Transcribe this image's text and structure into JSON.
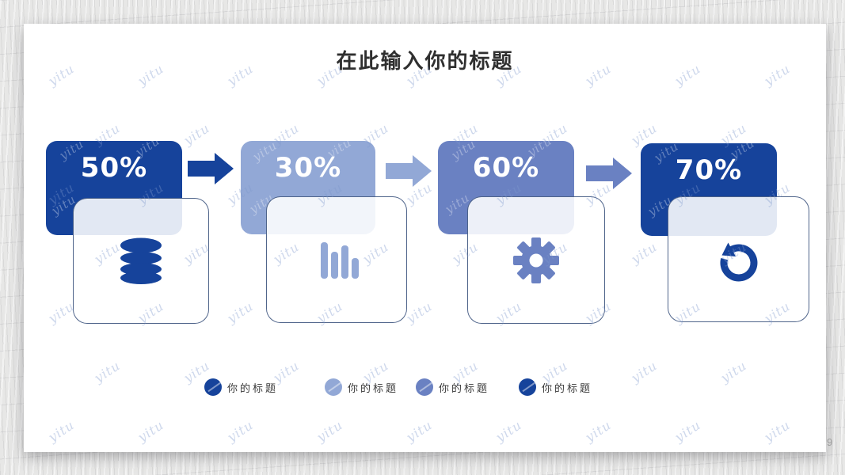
{
  "page": {
    "number": "9"
  },
  "slide": {
    "title": "在此输入你的标题"
  },
  "watermark": {
    "text": "yitu"
  },
  "colors": {
    "dark_blue": "#16439b",
    "light_blue": "#92a8d6",
    "medium_blue": "#6a81c2",
    "card_border": "#243e6e",
    "title_text": "#2f2f2f",
    "percent_text": "#ffffff",
    "legend_text": "#3a3a3a",
    "page_number": "#9b9b9b"
  },
  "steps": [
    {
      "percent": "50%",
      "icon": "database-icon",
      "variant": "dark"
    },
    {
      "percent": "30%",
      "icon": "bar-chart-icon",
      "variant": "light"
    },
    {
      "percent": "60%",
      "icon": "gear-icon",
      "variant": "medium"
    },
    {
      "percent": "70%",
      "icon": "rotate-icon",
      "variant": "dark"
    }
  ],
  "legend": [
    {
      "label": "你的标题",
      "variant": "dark"
    },
    {
      "label": "你的标题",
      "variant": "light"
    },
    {
      "label": "你的标题",
      "variant": "medium"
    },
    {
      "label": "你的标题",
      "variant": "dark"
    }
  ]
}
